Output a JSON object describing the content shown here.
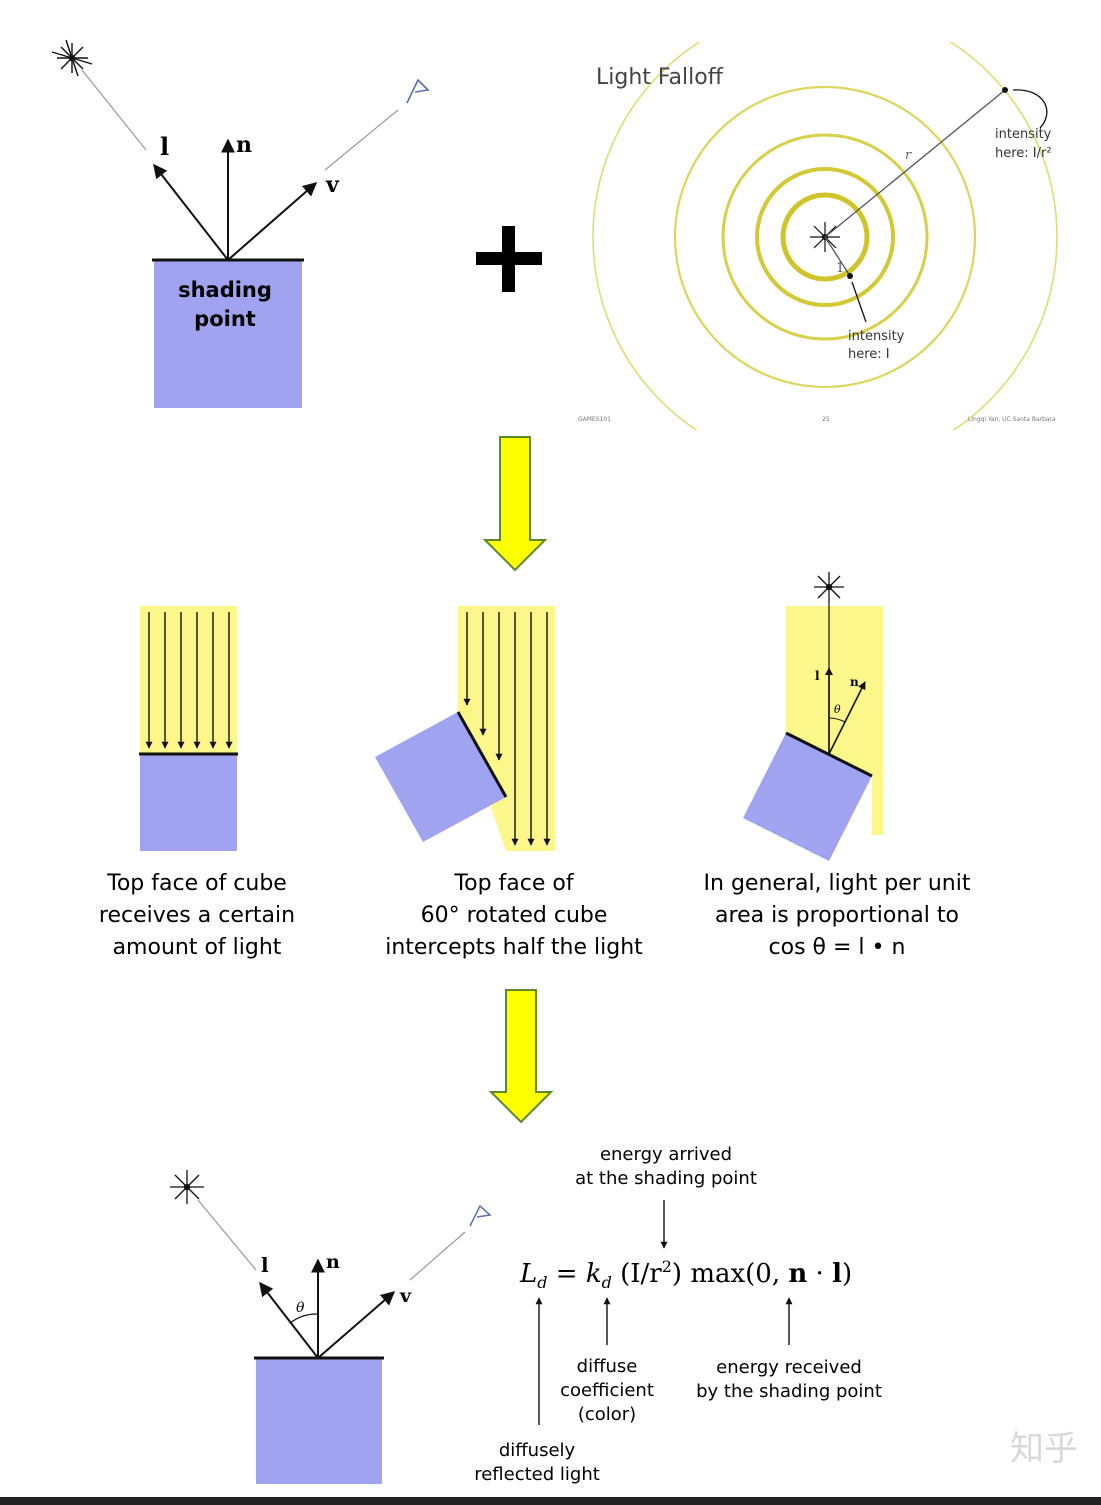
{
  "top": {
    "vec_l": "l",
    "vec_n": "n",
    "vec_v": "v",
    "box_line1": "shading",
    "box_line2": "point",
    "plus": "+"
  },
  "falloff": {
    "title": "Light Falloff",
    "r_label": "r",
    "one_label": "1",
    "outer_note_line1": "intensity",
    "outer_note_line2": "here: I/r²",
    "inner_note_line1": "intensity",
    "inner_note_line2": "here: I",
    "footer_left": "GAMES101",
    "footer_page": "25",
    "footer_right": "Lingqi Yan, UC Santa Barbara"
  },
  "middle": {
    "caption1": [
      "Top face of cube",
      "receives a certain",
      "amount of light"
    ],
    "caption2": [
      "Top face of",
      "60° rotated cube",
      "intercepts half the light"
    ],
    "caption3": [
      "In general, light per unit",
      "area is proportional to",
      "cos θ = l • n"
    ],
    "label_l": "l",
    "label_n": "n",
    "label_theta": "θ"
  },
  "bottom": {
    "vec_l": "l",
    "vec_n": "n",
    "vec_v": "v",
    "theta": "θ",
    "energy_arrived": [
      "energy arrived",
      "at the shading point"
    ],
    "formula": {
      "lhs": "L",
      "lhs_sub": "d",
      "eq": " = ",
      "kd": "k",
      "kd_sub": "d",
      "paren": " (I/r",
      "sq": "2",
      "paren_close": ") max(0, ",
      "n": "n",
      "dot": " · ",
      "l": "l",
      "close": ")"
    },
    "diffuse_coef": [
      "diffuse",
      "coefficient",
      "(color)"
    ],
    "energy_received": [
      "energy received",
      "by the shading point"
    ],
    "diffusely": [
      "diffusely",
      "reflected light"
    ]
  },
  "watermark": "知乎",
  "colors": {
    "cube": "#9fa3f0",
    "light": "#fbf78a",
    "arrow": "#ffff00",
    "arrow_stroke": "#5a8a2a",
    "ring": "#d7cf3a"
  }
}
